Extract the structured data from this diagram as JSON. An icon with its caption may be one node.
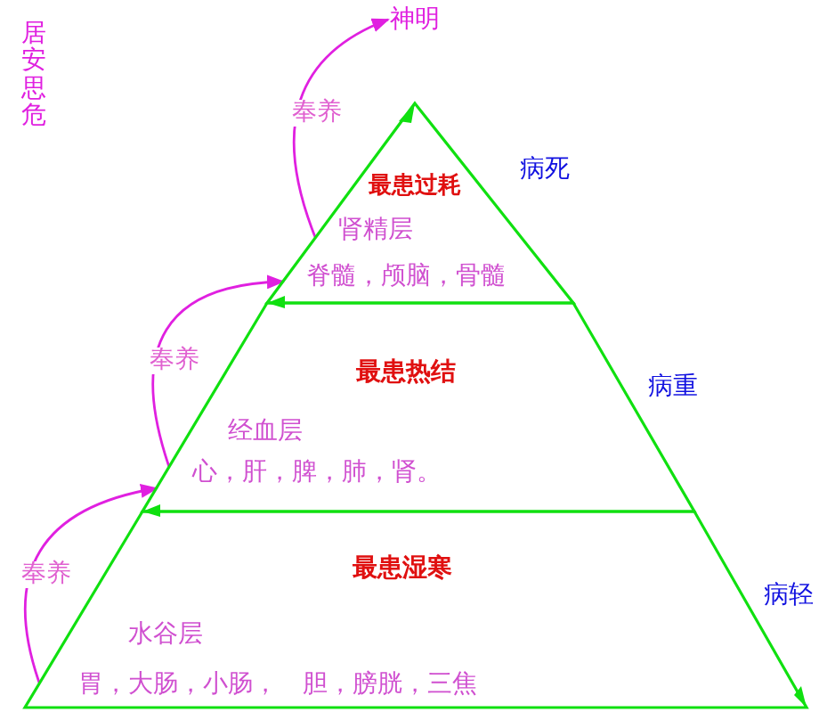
{
  "diagram": {
    "nodes": [
      {
        "text": [
          "神明"
        ]
      },
      {
        "text": [
          "最患过耗",
          "肾精层",
          "脊髓，颅脑，骨髓"
        ]
      },
      {
        "text": [
          "最患热结",
          "经血层",
          "心，肝，脾，肺，肾。"
        ]
      },
      {
        "text": [
          "最患湿寒",
          "水谷层",
          "胃，大肠，小肠，　胆，膀胱，三焦"
        ]
      }
    ],
    "edges": [
      {
        "from": 1,
        "to": 0,
        "arrow": "to",
        "label": "奉养"
      },
      {
        "from": 2,
        "to": 1,
        "arrow": "to",
        "label": "奉养"
      },
      {
        "from": 3,
        "to": 2,
        "arrow": "to",
        "label": "奉养"
      }
    ],
    "labels": [
      "居安思危",
      "病死",
      "病重",
      "病轻"
    ]
  }
}
